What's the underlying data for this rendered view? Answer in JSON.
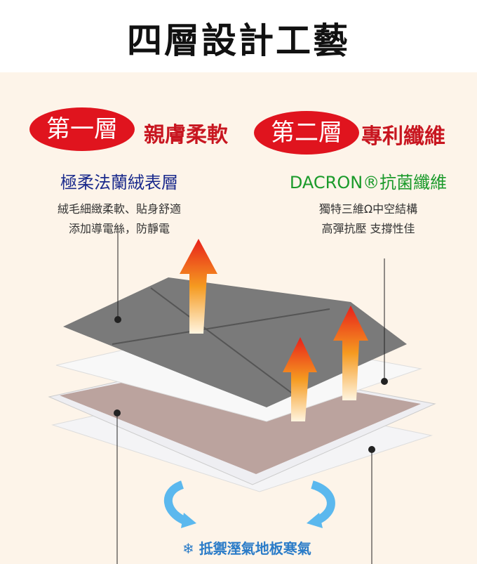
{
  "title": "四層設計工藝",
  "layer1": {
    "badge": "第一層",
    "name": "親膚柔軟",
    "subtitle": "極柔法蘭絨表層",
    "lines": [
      "絨毛細緻柔軟、貼身舒適",
      "添加導電絲，防靜電"
    ]
  },
  "layer2": {
    "badge": "第二層",
    "name": "專利纖維",
    "subtitle": "DACRON®抗菌纖維",
    "lines": [
      "獨特三維Ω中空結構",
      "高彈抗壓 支撐性佳"
    ]
  },
  "bottom": {
    "icon": "snowflake-icon",
    "text": "抵禦溼氣地板寒氣"
  },
  "colors": {
    "badge": "#e0141e",
    "blue": "#1a2a8c",
    "green": "#1a9a2a",
    "snow": "#2b7cc8"
  }
}
